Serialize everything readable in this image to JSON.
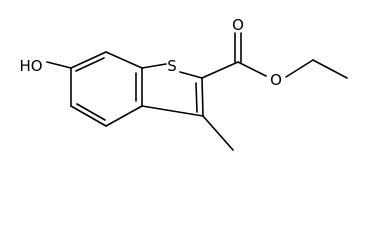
{
  "molecule": {
    "labels": {
      "hydroxyl": "HO",
      "sulfur": "S",
      "carbonyl_oxygen": "O",
      "ester_oxygen": "O"
    }
  }
}
